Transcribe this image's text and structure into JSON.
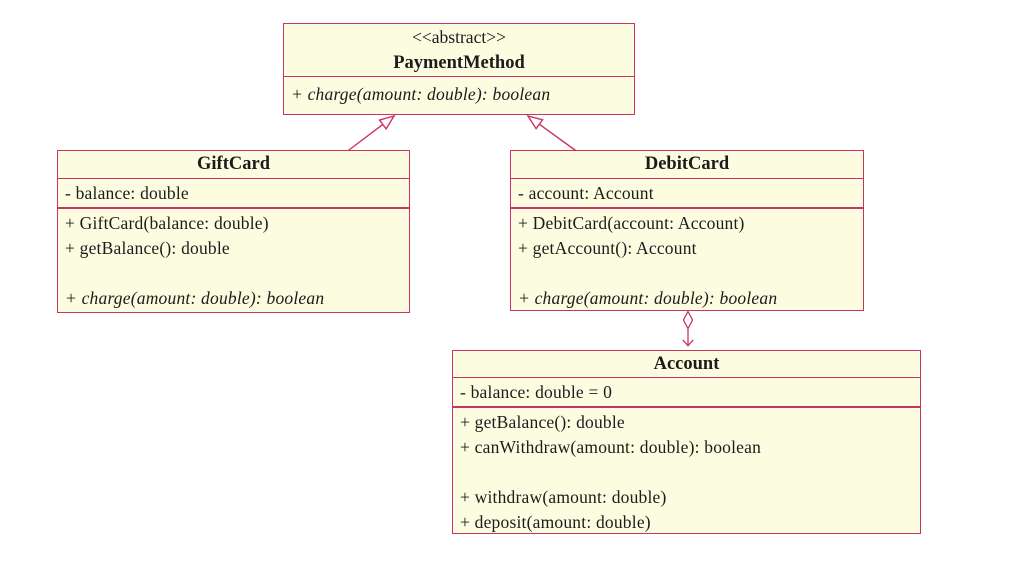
{
  "colors": {
    "box_fill": "#fcfce1",
    "box_border": "#cb3365",
    "connector": "#cb3365",
    "text": "#1c1c1c",
    "background": "#ffffff"
  },
  "classes": [
    {
      "id": "PaymentMethod",
      "stereotype": "<<abstract>>",
      "name": "PaymentMethod",
      "attributes": [],
      "methods": [
        {
          "text": "+ charge(amount: double): boolean",
          "style": "italic"
        }
      ]
    },
    {
      "id": "GiftCard",
      "name": "GiftCard",
      "attributes": [
        {
          "text": "- balance: double"
        }
      ],
      "methods": [
        {
          "text": "+ GiftCard(balance: double)"
        },
        {
          "text": "+ getBalance(): double"
        },
        {
          "text": ""
        },
        {
          "text": "+ charge(amount: double): boolean",
          "style": "italic"
        }
      ]
    },
    {
      "id": "DebitCard",
      "name": "DebitCard",
      "attributes": [
        {
          "text": "- account: Account"
        }
      ],
      "methods": [
        {
          "text": "+ DebitCard(account: Account)"
        },
        {
          "text": "+ getAccount(): Account"
        },
        {
          "text": ""
        },
        {
          "text": "+ charge(amount: double): boolean",
          "style": "italic"
        }
      ]
    },
    {
      "id": "Account",
      "name": "Account",
      "attributes": [
        {
          "text": "- balance: double = 0"
        }
      ],
      "methods": [
        {
          "text": "+ getBalance(): double"
        },
        {
          "text": "+ canWithdraw(amount: double): boolean"
        },
        {
          "text": ""
        },
        {
          "text": "+ withdraw(amount: double)"
        },
        {
          "text": "+ deposit(amount: double)"
        }
      ]
    }
  ],
  "relationships": [
    {
      "type": "inheritance",
      "from": "GiftCard",
      "to": "PaymentMethod",
      "marker": "hollow-triangle"
    },
    {
      "type": "inheritance",
      "from": "DebitCard",
      "to": "PaymentMethod",
      "marker": "hollow-triangle"
    },
    {
      "type": "directed-aggregation",
      "from": "DebitCard",
      "to": "Account",
      "marker": "hollow-diamond-and-open-arrow"
    }
  ]
}
